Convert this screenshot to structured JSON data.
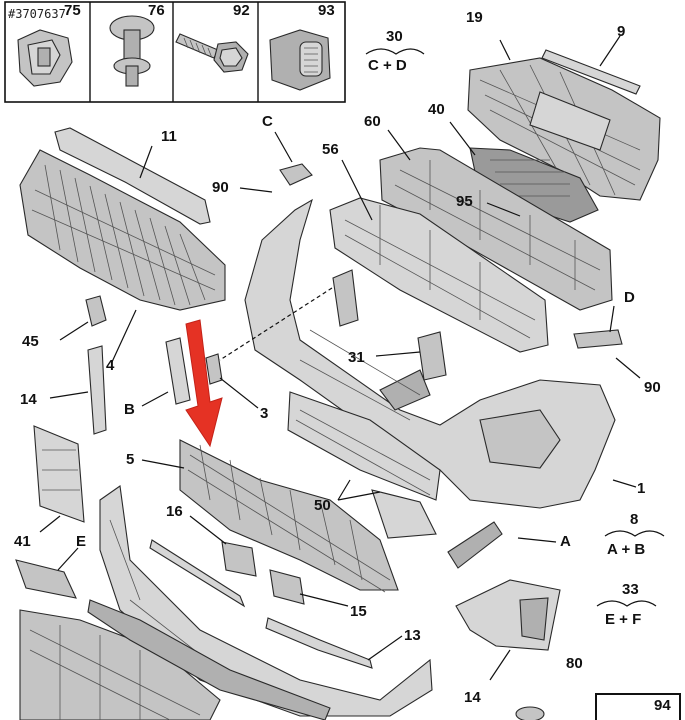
{
  "reference": "#3707637",
  "inset_parts": [
    {
      "number": "75"
    },
    {
      "number": "76"
    },
    {
      "number": "92"
    },
    {
      "number": "93"
    }
  ],
  "callouts": {
    "n1": "1",
    "n3": "3",
    "n4": "4",
    "n5": "5",
    "n9": "9",
    "n11": "11",
    "n13": "13",
    "n14a": "14",
    "n14b": "14",
    "n15": "15",
    "n16": "16",
    "n19": "19",
    "n31": "31",
    "n40": "40",
    "n41": "41",
    "n45": "45",
    "n50": "50",
    "n56": "56",
    "n60": "60",
    "n80": "80",
    "n90a": "90",
    "n90b": "90",
    "n94": "94",
    "n95": "95",
    "lA": "A",
    "lB": "B",
    "lC": "C",
    "lD": "D",
    "lE": "E"
  },
  "kits": [
    {
      "number": "30",
      "contents": "C + D"
    },
    {
      "number": "8",
      "contents": "A + B"
    },
    {
      "number": "33",
      "contents": "E + F"
    }
  ],
  "colors": {
    "arrow": "#e53224",
    "part_fill": "#cfcfcf",
    "outline": "#2a2a2a"
  }
}
